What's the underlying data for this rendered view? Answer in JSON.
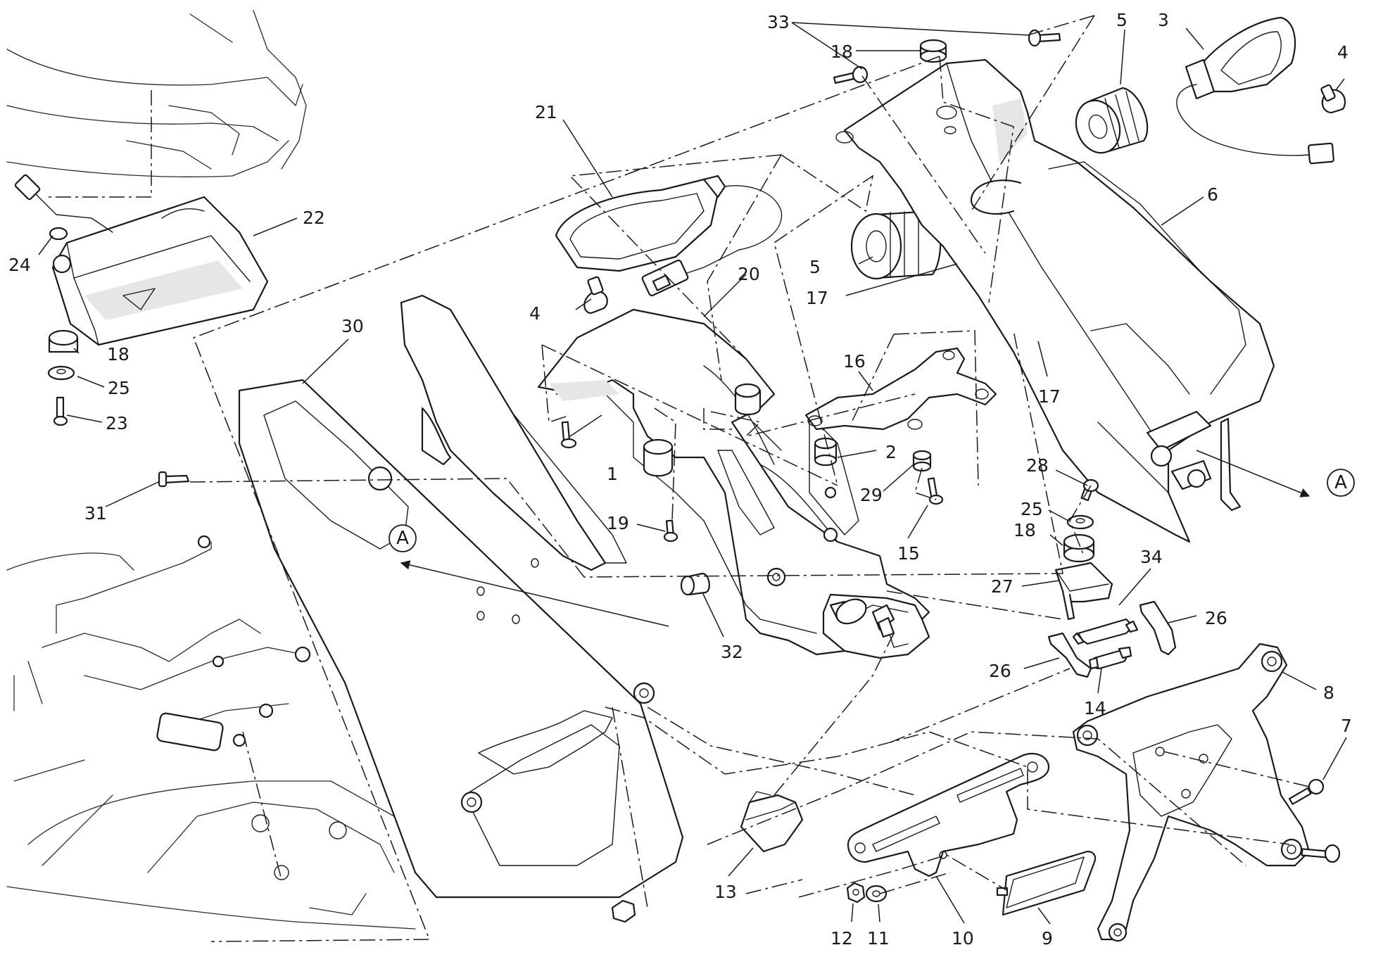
{
  "diagram": {
    "callouts": [
      "1",
      "2",
      "3",
      "4",
      "4",
      "5",
      "5",
      "6",
      "7",
      "8",
      "9",
      "10",
      "11",
      "12",
      "13",
      "14",
      "15",
      "16",
      "17",
      "17",
      "18",
      "18",
      "18",
      "19",
      "20",
      "21",
      "22",
      "23",
      "24",
      "25",
      "25",
      "26",
      "26",
      "27",
      "28",
      "29",
      "30",
      "31",
      "32",
      "33",
      "34"
    ],
    "section_markers": [
      "A",
      "A"
    ],
    "colors": {
      "line": "#1a1a1a",
      "background": "#ffffff",
      "shade": "#e6e6e6"
    }
  }
}
